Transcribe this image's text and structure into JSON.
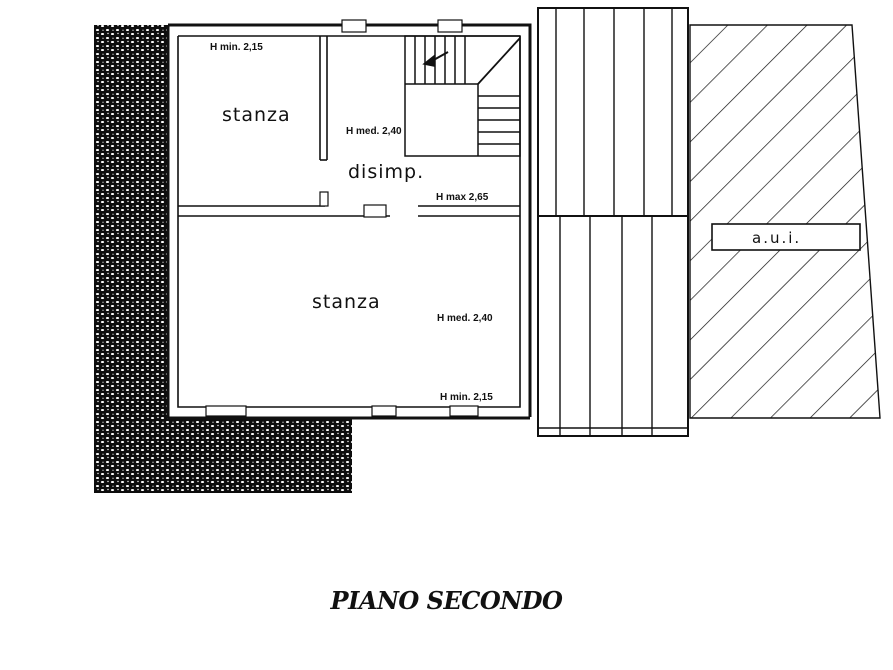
{
  "plan": {
    "title": "PIANO SECONDO",
    "rooms": {
      "upper_room": "stanza",
      "landing": "disimp.",
      "lower_room": "stanza"
    },
    "heights": {
      "upper_room_min": "H min. 2,15",
      "landing_med": "H med. 2,40",
      "landing_max": "H max 2,65",
      "lower_room_med": "H med. 2,40",
      "lower_room_min": "H min. 2,15"
    },
    "adjacent_unit_label": "a.u.i."
  },
  "colors": {
    "line": "#111111",
    "background": "#ffffff"
  }
}
